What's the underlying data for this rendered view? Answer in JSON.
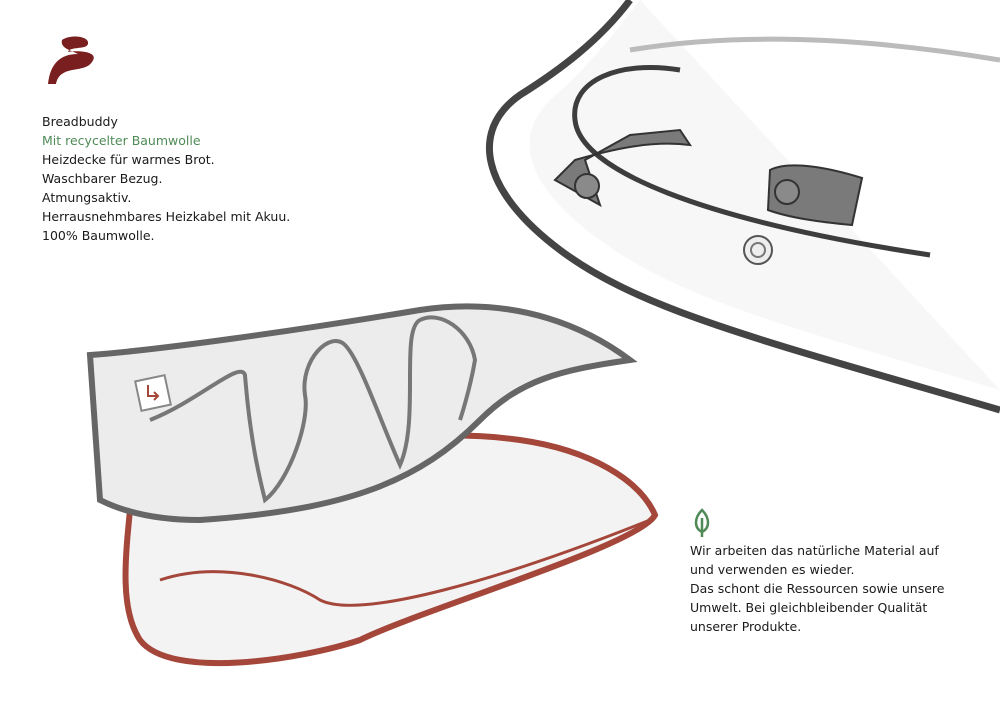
{
  "brand": {
    "logo_icon": "tchibo-logo-icon",
    "color": "#7a1f1f"
  },
  "product": {
    "name": "Breadbuddy",
    "highlight": "Mit recycelter Baumwolle",
    "features": [
      "Heizdecke für warmes Brot.",
      "Waschbarer Bezug.",
      "Atmungsaktiv.",
      "Herrausnehmbares Heizkabel mit Akuu.",
      "100% Baumwolle."
    ]
  },
  "sustainability": {
    "icon": "leaf-icon",
    "lines": [
      "Wir arbeiten das natürliche Material auf",
      "und verwenden es wieder.",
      "Das schont die Ressourcen sowie unsere",
      "Umwelt. Bei gleichbleibender Qualität",
      "unserer Produkte."
    ]
  },
  "colors": {
    "accent_green": "#4f8a57",
    "pad_red": "#a4463a",
    "outline_gray": "#555555"
  }
}
